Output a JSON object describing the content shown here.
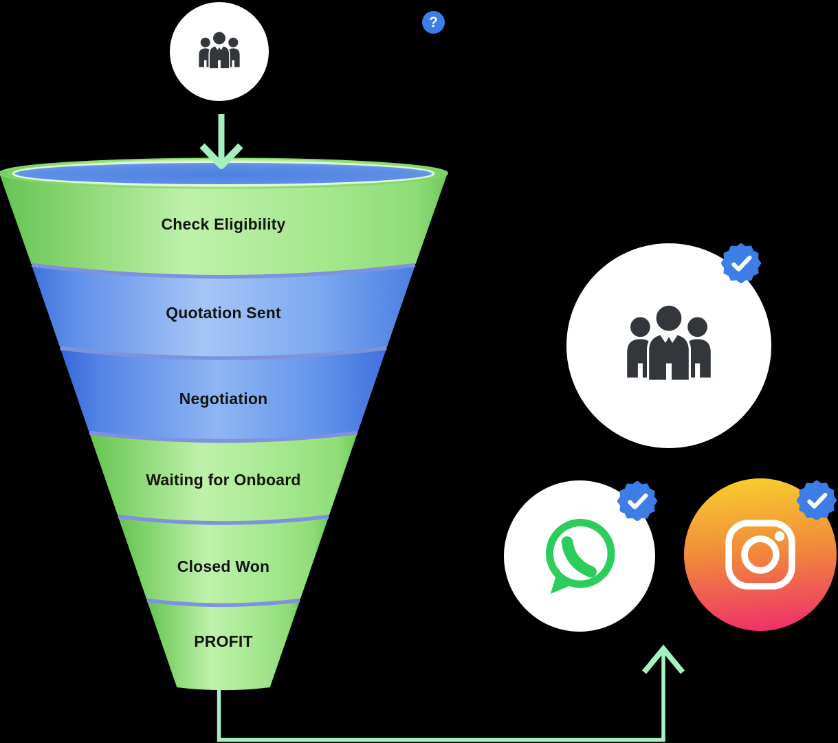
{
  "diagram_type": "sales-funnel",
  "funnel": {
    "stages": [
      {
        "label": "Check Eligibility",
        "theme": "green"
      },
      {
        "label": "Quotation Sent",
        "theme": "blue-light"
      },
      {
        "label": "Negotiation",
        "theme": "blue"
      },
      {
        "label": "Waiting for Onboard",
        "theme": "green"
      },
      {
        "label": "Closed Won",
        "theme": "green"
      },
      {
        "label": "PROFIT",
        "theme": "green"
      }
    ]
  },
  "lead_source": {
    "icon": "team-icon",
    "badge": {
      "icon": "question-badge",
      "text": "?"
    }
  },
  "channels": [
    {
      "id": "team",
      "icon": "team-icon",
      "verified": true
    },
    {
      "id": "whatsapp",
      "icon": "whatsapp-icon",
      "verified": true
    },
    {
      "id": "instagram",
      "icon": "instagram-icon",
      "verified": true
    }
  ],
  "colors": {
    "background": "#000000",
    "funnel_green_gradient": [
      "#66C354",
      "#BFF1AA",
      "#72CC5D"
    ],
    "funnel_blue_light_gradient": [
      "#4273DC",
      "#A6C5F6",
      "#4C7EE2"
    ],
    "funnel_blue_dark_gradient": [
      "#3767D6",
      "#8FB6F3",
      "#4071DD"
    ],
    "divider_blue": "#7E92DE",
    "mouth_blue": "#4E80DF",
    "arrow_mint": "#A3F0BE",
    "verified_badge_blue": "#3C7DE6",
    "whatsapp_green": "#2BCE5C",
    "instagram_gradient": [
      "#F8CF2D",
      "#F18A3B",
      "#EF2D6C"
    ],
    "people_icon_dark": "#33373C",
    "label_text": "#141414"
  }
}
